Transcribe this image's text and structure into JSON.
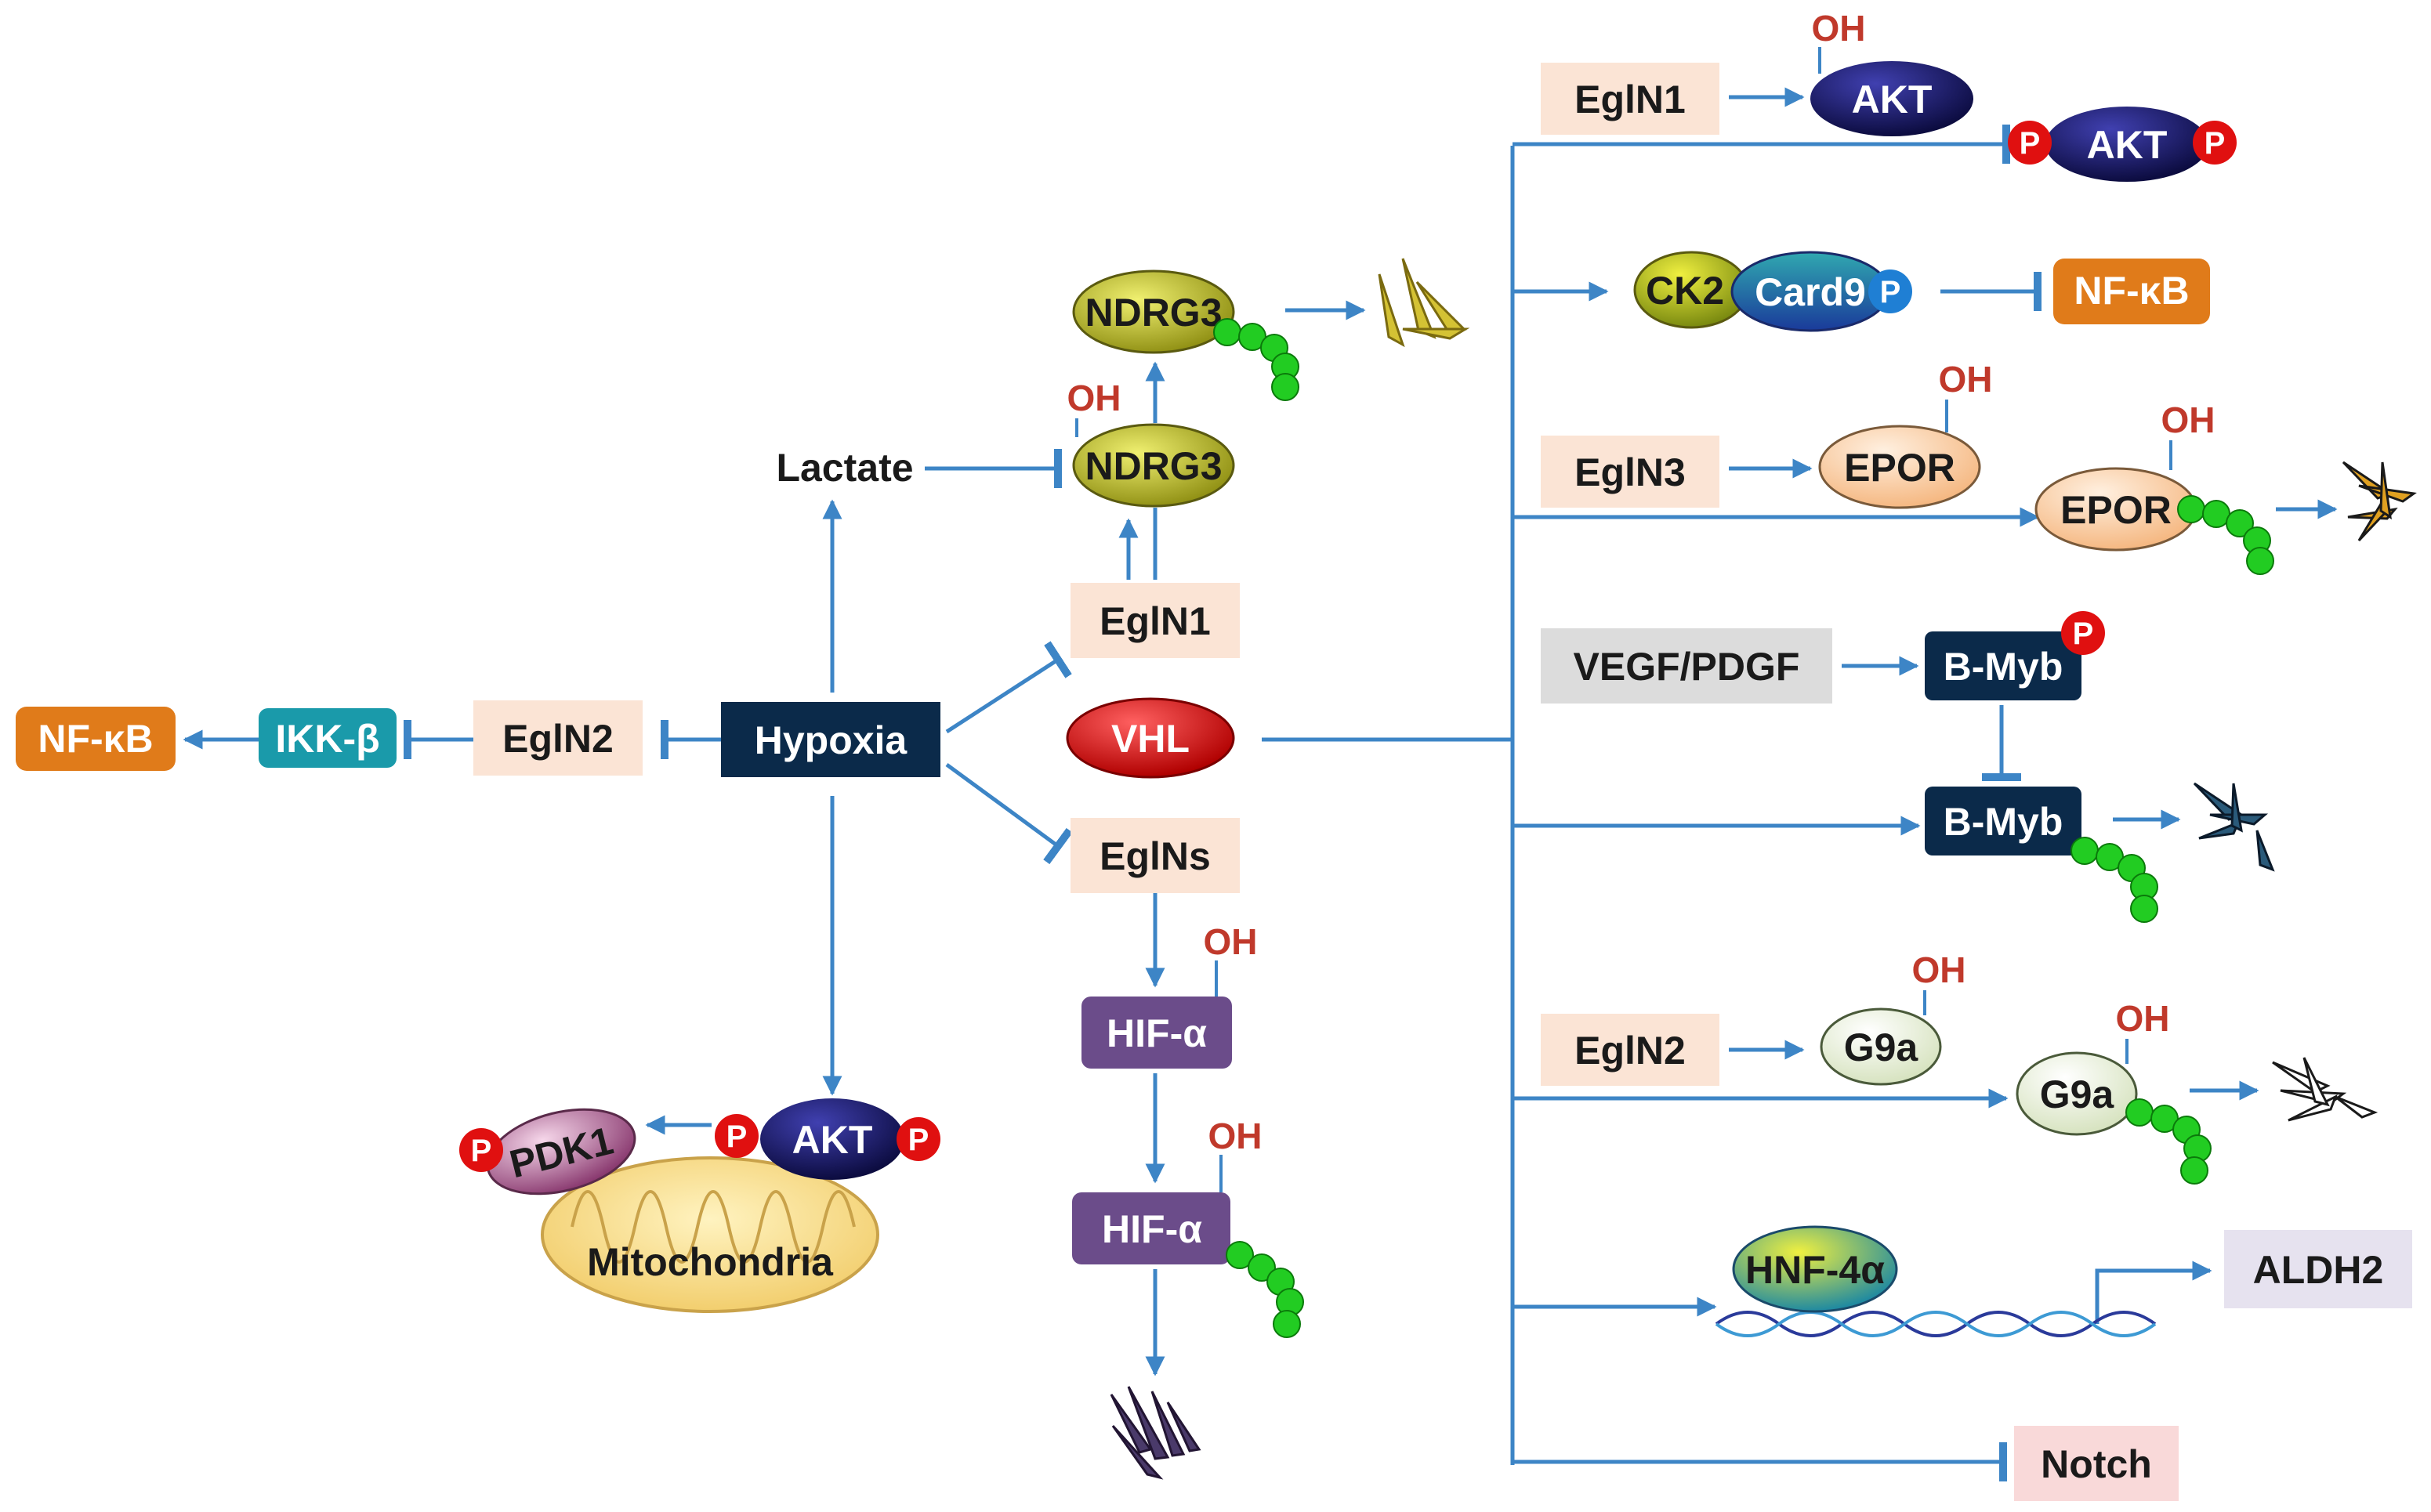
{
  "labels": {
    "hypoxia": "Hypoxia",
    "egln2_left": "EglN2",
    "ikk_beta": "IKK-β",
    "nfkb_left": "NF-κB",
    "lactate": "Lactate",
    "ndrg3_lower": "NDRG3",
    "ndrg3_upper": "NDRG3",
    "egln1_center": "EglN1",
    "vhl": "VHL",
    "eglns": "EglNs",
    "hif_upper": "HIF-α",
    "hif_lower": "HIF-α",
    "pdk1": "PDK1",
    "akt_left": "AKT",
    "mitochondria": "Mitochondria",
    "egln1_right": "EglN1",
    "akt_oh": "AKT",
    "akt_phos": "AKT",
    "ck2": "CK2",
    "card9": "Card9",
    "nfkb_right": "NF-κB",
    "egln3": "EglN3",
    "epor_1": "EPOR",
    "epor_2": "EPOR",
    "vegf_pdgf": "VEGF/PDGF",
    "bmyb_1": "B-Myb",
    "bmyb_2": "B-Myb",
    "egln2_right": "EglN2",
    "g9a_1": "G9a",
    "g9a_2": "G9a",
    "hnf4a": "HNF-4α",
    "aldh2": "ALDH2",
    "notch": "Notch",
    "oh": "OH",
    "p": "P"
  },
  "colors": {
    "arrow": "#3d85c6",
    "hypoxia_box": "#0b2a4a",
    "pale_box": "#fbe4d5",
    "orange_box": "#e07b1a",
    "teal_box": "#1a9aaa",
    "vhl_red": "#e01c1c",
    "ndrg3_olive": "#b5b522",
    "akt_navy": "#1a1a6e",
    "hif_purple": "#6b4c8a",
    "ubiquitin_green": "#22cc22",
    "phospho_red": "#e01010",
    "epor_peach": "#fad3a8",
    "g9a_pale": "#eef3df",
    "gray_box": "#dcdcdc",
    "lavender_box": "#e6e2ef",
    "pink_box": "#f9d9d9"
  }
}
